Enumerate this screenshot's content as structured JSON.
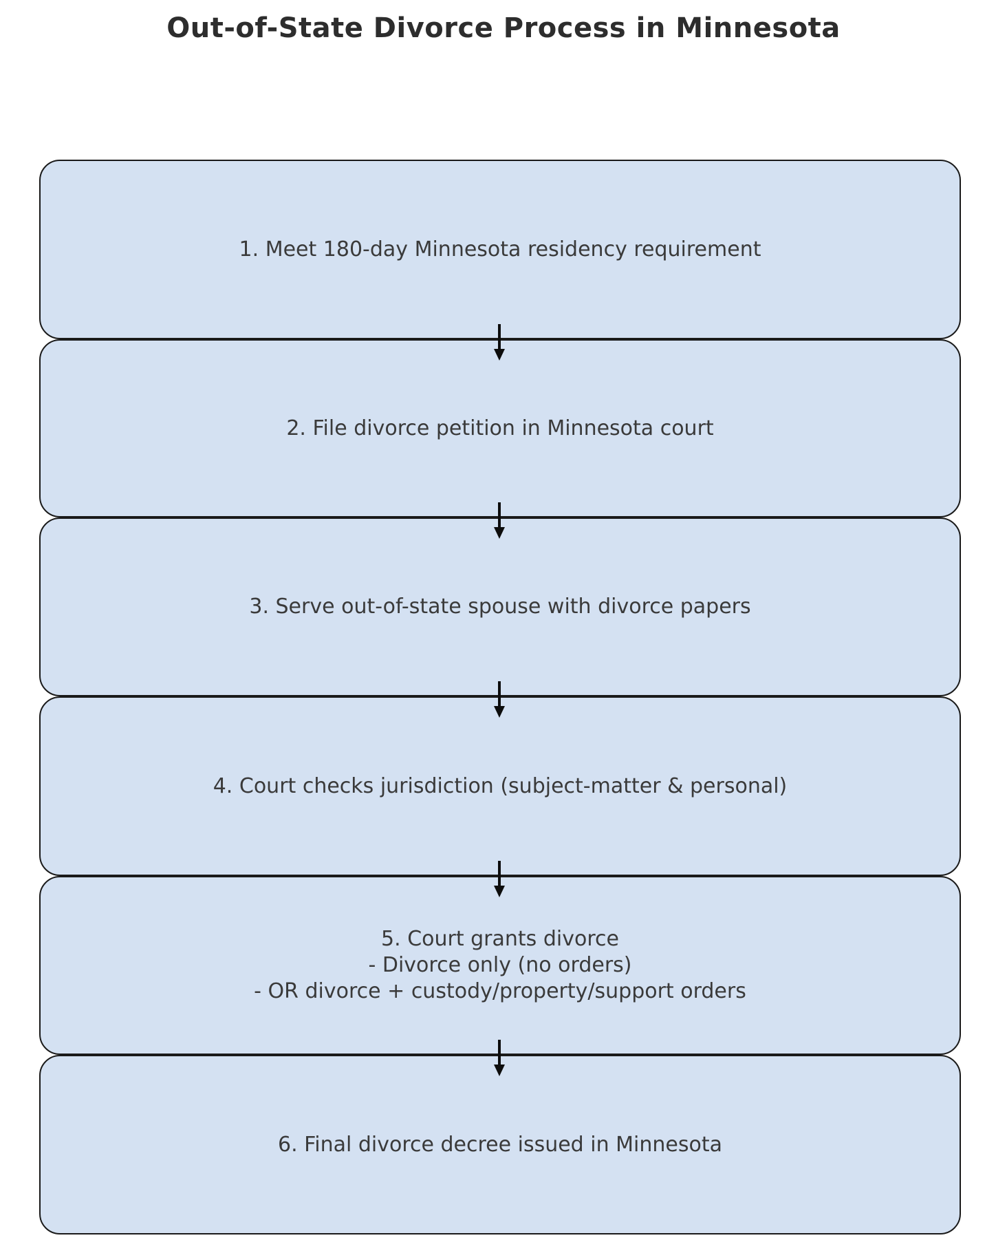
{
  "title": "Out-of-State Divorce Process in Minnesota",
  "colors": {
    "box_fill": "#d4e1f2",
    "box_border": "#1a1a1a",
    "arrow": "#0d0d0d",
    "text": "#3a3a3a",
    "title": "#2d2d2d",
    "page_bg": "#ffffff"
  },
  "flow": {
    "direction": "top-down",
    "connector": "arrow-down"
  },
  "steps": [
    {
      "lines": [
        "1. Meet 180-day Minnesota residency requirement"
      ]
    },
    {
      "lines": [
        "2. File divorce petition in Minnesota court"
      ]
    },
    {
      "lines": [
        "3. Serve out-of-state spouse with divorce papers"
      ]
    },
    {
      "lines": [
        "4. Court checks jurisdiction (subject-matter & personal)"
      ]
    },
    {
      "lines": [
        "5. Court grants divorce",
        "- Divorce only (no orders)",
        "- OR divorce + custody/property/support orders"
      ]
    },
    {
      "lines": [
        "6. Final divorce decree issued in Minnesota"
      ]
    }
  ]
}
